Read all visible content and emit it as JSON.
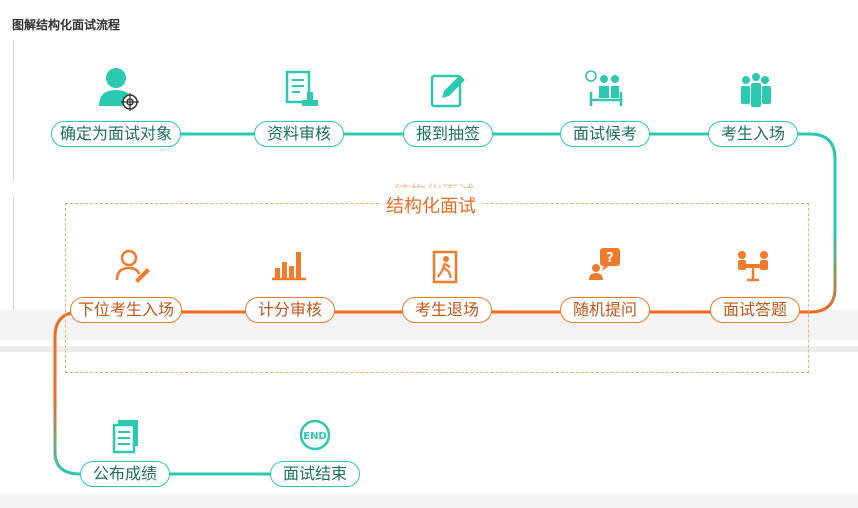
{
  "page": {
    "title": "图解结构化面试流程"
  },
  "section": {
    "title": "结构化面试"
  },
  "row1": [
    {
      "label": "确定为面试对象",
      "icon": "person-target-icon"
    },
    {
      "label": "资料审核",
      "icon": "document-stamp-icon"
    },
    {
      "label": "报到抽签",
      "icon": "pen-edit-icon"
    },
    {
      "label": "面试候考",
      "icon": "waiting-seats-icon"
    },
    {
      "label": "考生入场",
      "icon": "group-people-icon"
    }
  ],
  "row2": [
    {
      "label": "下位考生入场",
      "icon": "person-sign-icon"
    },
    {
      "label": "计分审核",
      "icon": "bar-chart-icon"
    },
    {
      "label": "考生退场",
      "icon": "exit-door-icon"
    },
    {
      "label": "随机提问",
      "icon": "question-bubble-icon"
    },
    {
      "label": "面试答题",
      "icon": "interview-table-icon"
    }
  ],
  "row3": [
    {
      "label": "公布成绩",
      "icon": "results-document-icon"
    },
    {
      "label": "面试结束",
      "icon": "end-badge-icon",
      "badge": "END"
    }
  ],
  "colors": {
    "teal": "#2bc9b0",
    "orange": "#f06a1f"
  }
}
